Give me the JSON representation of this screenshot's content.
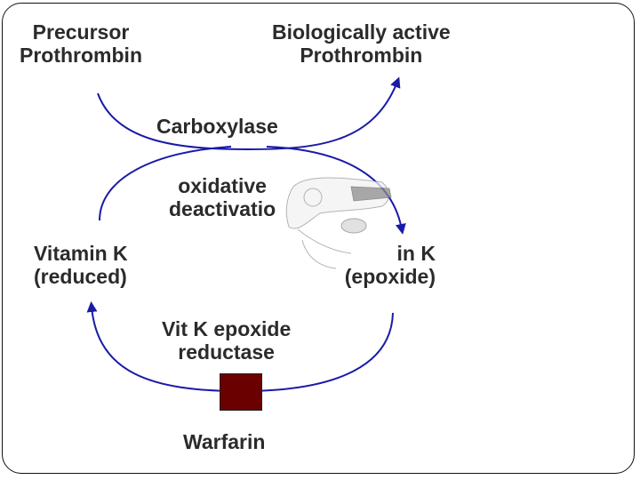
{
  "nodes": {
    "precursor": "Precursor\nProthrombin",
    "active": "Biologically active\nProthrombin",
    "carboxylase": "Carboxylase",
    "oxidative": "oxidative\ndeactivatio",
    "vitk_reduced": "Vitamin K\n(reduced)",
    "vitk_epoxide": "in K\n(epoxide)",
    "reductase": "Vit K epoxide\nreductase",
    "warfarin": "Warfarin"
  },
  "colors": {
    "arrow": "#1a1aa8",
    "text": "#2b2b2b",
    "inhibitor": "#6b0000"
  },
  "icons": {
    "overlay": "anatomical-sketch-icon",
    "inhibitor": "warfarin-block-icon"
  }
}
